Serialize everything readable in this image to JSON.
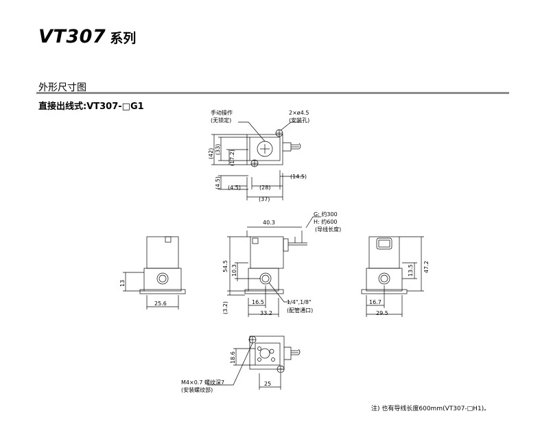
{
  "title": {
    "model": "VT307",
    "series": "系列"
  },
  "section_title": "外形尺寸图",
  "subsection_title": "直接出线式:VT307-□G1",
  "top_view": {
    "manual_label_1": "手动操作",
    "manual_label_2": "(无锁定)",
    "hole_label_1": "2×ø4.5",
    "hole_label_2": "(安装孔)",
    "dim_42": "(42)",
    "dim_33": "(33)",
    "dim_172": "(17.2)",
    "dim_45_vert": "(4.5)",
    "dim_45_horiz": "(4.5)",
    "dim_28": "(28)",
    "dim_145": "(14.5)",
    "dim_37": "(37)"
  },
  "front_view": {
    "dim_403": "40.3",
    "wire_g": "G: 约300",
    "wire_h": "H: 约600",
    "wire_label": "(导线长度)",
    "dim_545": "54.5",
    "dim_103": "10.3",
    "dim_32": "(3.2)",
    "dim_165": "16.5",
    "dim_332": "33.2",
    "port_size": "1/4\",1/8\"",
    "port_label": "(配管通口)"
  },
  "left_view": {
    "dim_13": "13",
    "dim_256": "25.6"
  },
  "right_view": {
    "dim_135": "13.5",
    "dim_472": "47.2",
    "dim_167": "16.7",
    "dim_295": "29.5"
  },
  "bottom_view": {
    "dim_186": "18.6",
    "dim_25": "25",
    "thread_label_1": "M4×0.7  螺纹深7",
    "thread_label_2": "(安装螺纹部)"
  },
  "note": "注) 也有导线长度600mm(VT307-□H1)。"
}
